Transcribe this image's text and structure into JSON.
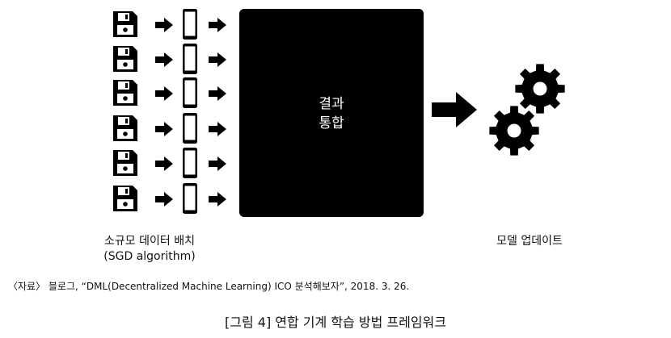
{
  "diagram": {
    "center_box": {
      "line1": "결과",
      "line2": "통합"
    },
    "left_caption": {
      "line1": "소규모 데이터 배치",
      "line2": "(SGD algorithm)"
    },
    "right_caption": "모델 업데이트",
    "source": "〈자료〉 블로그, “DML(Decentralized Machine Learning) ICO 분석해보자”, 2018. 3. 26.",
    "figure_title": "[그림 4] 연합 기계 학습 방법 프레임워크",
    "rows": 6,
    "icons": {
      "storage": "floppy-disk-icon",
      "device": "smartphone-icon",
      "arrow": "right-arrow-icon",
      "update": "gears-icon"
    }
  }
}
